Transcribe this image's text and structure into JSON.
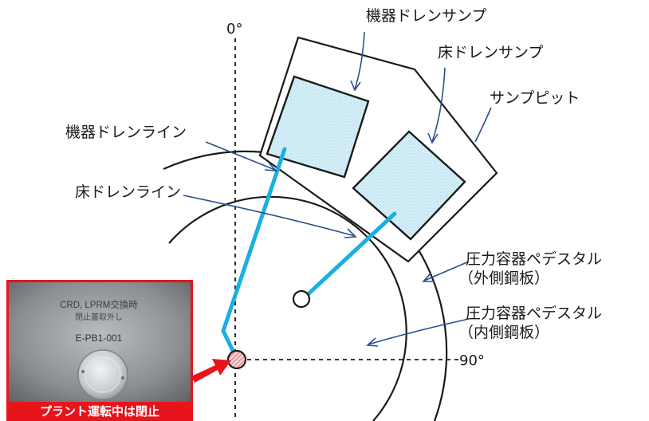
{
  "labels": {
    "deg_0": "0°",
    "deg_90": "90°",
    "equipment_drain_sump": "機器ドレンサンプ",
    "floor_drain_sump": "床ドレンサンプ",
    "sump_pit": "サンプピット",
    "equipment_drain_line": "機器ドレンライン",
    "floor_drain_line": "床ドレンライン",
    "pedestal_outer_line1": "圧力容器ペデスタル",
    "pedestal_outer_line2": "（外側鋼板）",
    "pedestal_inner_line1": "圧力容器ペデスタル",
    "pedestal_inner_line2": "（内側鋼板）"
  },
  "photo": {
    "plate_text_line1": "CRD, LPRM交換時",
    "plate_text_line2": "閉止蓋取外し",
    "plate_id": "E-PB1-001",
    "caption": "プラント運転中は閉止"
  },
  "colors": {
    "drain_line": "#1aaee4",
    "sump_fill": "#d5eef7",
    "red": "#e8141b",
    "ink": "#1a1a1a",
    "leader_blue": "#2a4f8e"
  }
}
